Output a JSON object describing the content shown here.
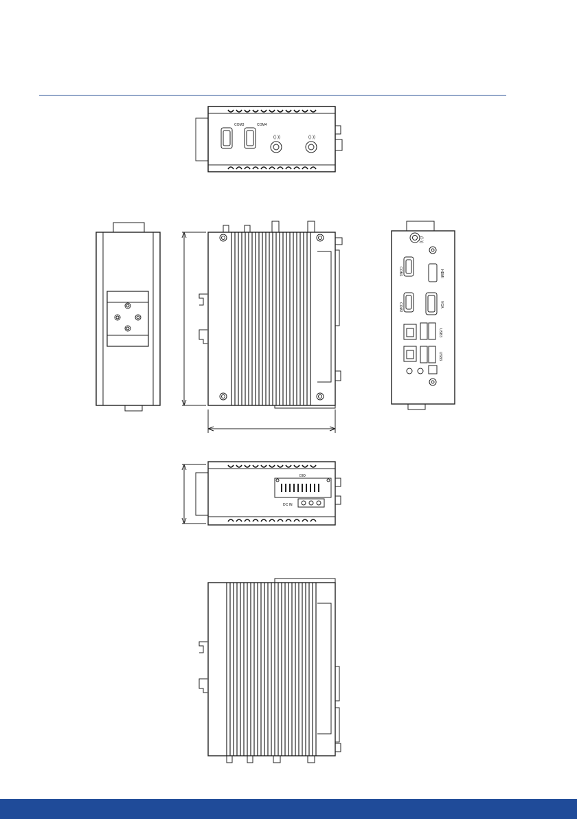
{
  "document": {
    "accent_color": "#2f5597",
    "footer_color": "#1f4b99"
  },
  "views": {
    "top": {
      "com3": "COM3",
      "com4": "COM4"
    },
    "rear": {
      "com1": "COM1",
      "com2": "COM2",
      "hdmi": "HDMI",
      "vga": "VGA",
      "usb_a": "USB3",
      "usb_b": "USB3"
    },
    "bottom": {
      "dio_label": "DIO",
      "dc_in": "DC IN"
    }
  }
}
